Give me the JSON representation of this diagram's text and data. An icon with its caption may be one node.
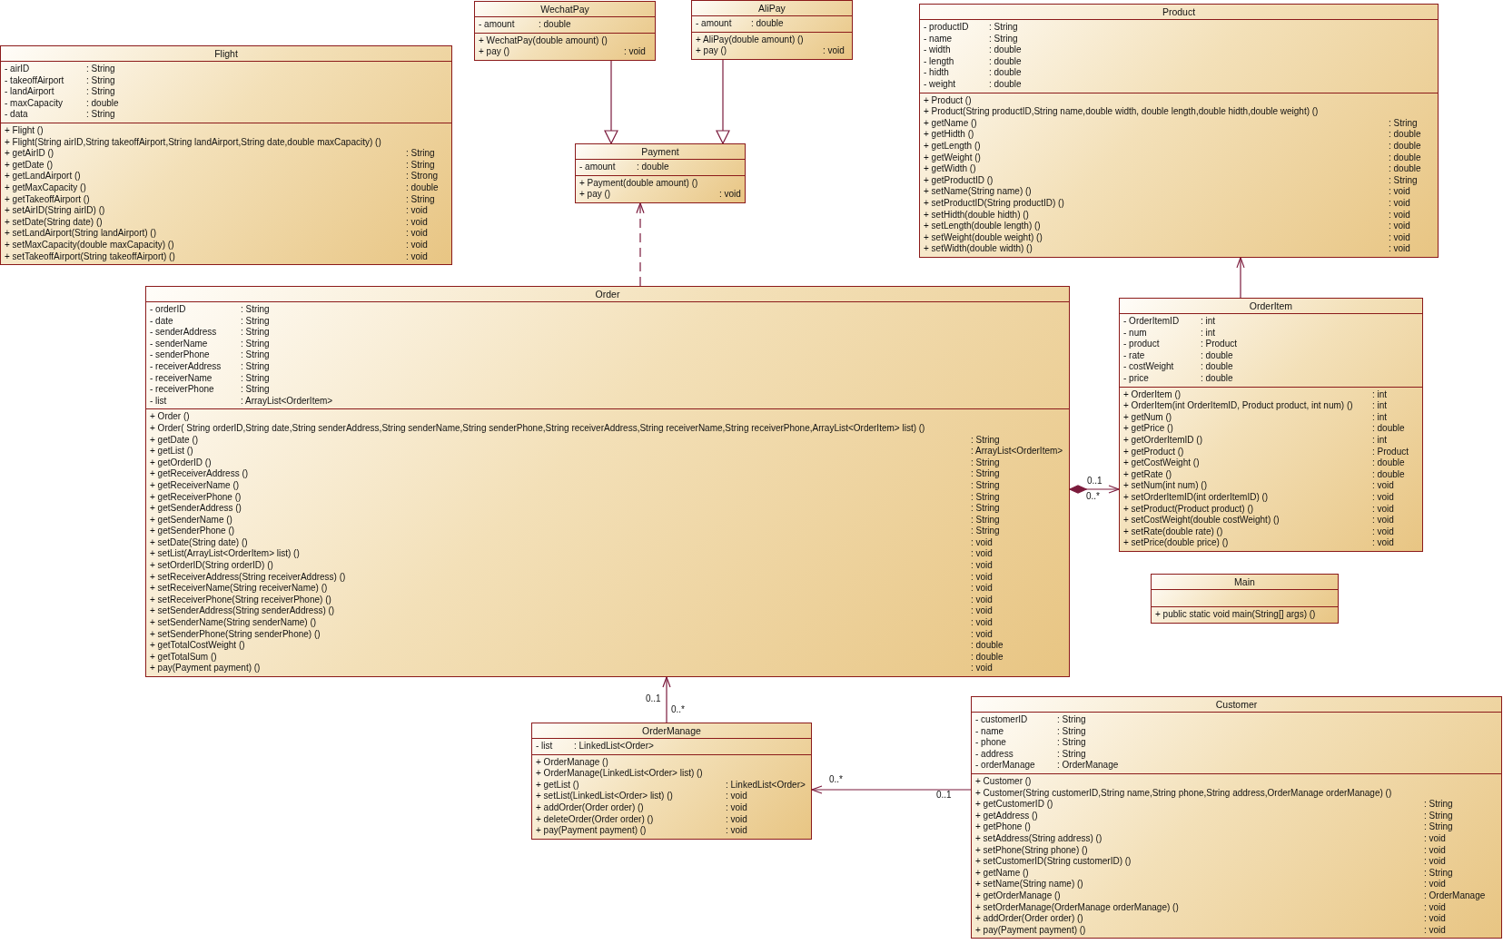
{
  "diagram": {
    "nodes": [
      {
        "text": [
          "WechatPay"
        ]
      },
      {
        "text": [
          "- amount : double"
        ],
        "in": 0
      },
      {
        "text": [
          "+ WechatPay(double amount) ()",
          "+ pay () : void"
        ],
        "in": 0
      },
      {
        "text": [
          "AliPay"
        ]
      },
      {
        "text": [
          "- amount : double"
        ],
        "in": 3
      },
      {
        "text": [
          "+ AliPay(double amount) ()",
          "+ pay () : void"
        ],
        "in": 3
      },
      {
        "text": [
          "Flight"
        ]
      },
      {
        "text": [
          "- airID : String",
          "- takeoffAirport : String",
          "- landAirport : String",
          "- maxCapacity : double",
          "- data : String"
        ],
        "in": 6
      },
      {
        "text": [
          "+ Flight ()",
          "+ Flight(String airID,String takeoffAirport,String landAirport,String date,double maxCapacity) ()",
          "+ getAirID () : String",
          "+ getDate () : String",
          "+ getLandAirport () : Strong",
          "+ getMaxCapacity () : double",
          "+ getTakeoffAirport () : String",
          "+ setAirID(String airID) () : void",
          "+ setDate(String date) () : void",
          "+ setLandAirport(String landAirport) () : void",
          "+ setMaxCapacity(double maxCapacity) () : void",
          "+ setTakeoffAirport(String takeoffAirport) () : void"
        ],
        "in": 6
      },
      {
        "text": [
          "Product"
        ]
      },
      {
        "text": [
          "- productID : String",
          "- name : String",
          "- width : double",
          "- length : double",
          "- hidth : double",
          "- weight : double"
        ],
        "in": 9
      },
      {
        "text": [
          "+ Product ()",
          "+ Product(String productID,String name,double width, double length,double hidth,double weight) ()",
          "+ getName () : String",
          "+ getHidth () : double",
          "+ getLength () : double",
          "+ getWeight () : double",
          "+ getWidth () : double",
          "+ getProductID () : String",
          "+ setName(String name) () : void",
          "+ setProductID(String productID) () : void",
          "+ setHidth(double hidth) () : void",
          "+ setLength(double length) () : void",
          "+ setWeight(double weight) () : void",
          "+ setWidth(double width) () : void"
        ],
        "in": 9
      },
      {
        "text": [
          "Payment"
        ]
      },
      {
        "text": [
          "- amount : double"
        ],
        "in": 12
      },
      {
        "text": [
          "+ Payment(double amount) ()",
          "+ pay () : void"
        ],
        "in": 12
      },
      {
        "text": [
          "Order"
        ]
      },
      {
        "text": [
          "- orderID : String",
          "- date : String",
          "- senderAddress : String",
          "- senderName : String",
          "- senderPhone : String",
          "- receiverAddress : String",
          "- receiverName : String",
          "- receiverPhone : String",
          "- list : ArrayList<OrderItem>"
        ],
        "in": 15
      },
      {
        "text": [
          "+ Order ()",
          "+ Order( String orderID,String date,String senderAddress,String senderName,String senderPhone,String receiverAddress,String receiverName,String receiverPhone,ArrayList<OrderItem> list) ()",
          "+ getDate () : String",
          "+ getList () : ArrayList<OrderItem>",
          "+ getOrderID () : String",
          "+ getReceiverAddress () : String",
          "+ getReceiverName () : String",
          "+ getReceiverPhone () : String",
          "+ getSenderAddress () : String",
          "+ getSenderName () : String",
          "+ getSenderPhone () : String",
          "+ setDate(String date) () : void",
          "+ setList(ArrayList<OrderItem> list) () : void",
          "+ setOrderID(String orderID) () : void",
          "+ setReceiverAddress(String receiverAddress) () : void",
          "+ setReceiverName(String receiverName) () : void",
          "+ setReceiverPhone(String receiverPhone) () : void",
          "+ setSenderAddress(String senderAddress) () : void",
          "+ setSenderName(String senderName) () : void",
          "+ setSenderPhone(String senderPhone) () : void",
          "+ getTotalCostWeight () : double",
          "+ getTotalSum () : double",
          "+ pay(Payment payment) () : void"
        ],
        "in": 15
      },
      {
        "text": [
          "OrderItem"
        ]
      },
      {
        "text": [
          "- OrderItemID : int",
          "- num : int",
          "- product : Product",
          "- rate : double",
          "- costWeight : double",
          "- price : double"
        ],
        "in": 18
      },
      {
        "text": [
          "+ OrderItem () : int",
          "+ OrderItem(int OrderItemID, Product product, int num) () : int",
          "+ getNum () : int",
          "+ getPrice () : double",
          "+ getOrderItemID () : int",
          "+ getProduct () : Product",
          "+ getCostWeight () : double",
          "+ getRate () : double",
          "+ setNum(int num) () : void",
          "+ setOrderItemID(int orderItemID) () : void",
          "+ setProduct(Product product) () : void",
          "+ setCostWeight(double costWeight) () : void",
          "+ setRate(double rate) () : void",
          "+ setPrice(double price) () : void"
        ],
        "in": 18
      },
      {
        "text": [
          "Main"
        ]
      },
      {
        "text": [],
        "shape": "box",
        "in": 21
      },
      {
        "text": [
          "+ public static void main(String[] args) ()"
        ],
        "in": 21
      },
      {
        "text": [
          "OrderManage"
        ]
      },
      {
        "text": [
          "- list : LinkedList<Order>"
        ],
        "in": 24
      },
      {
        "text": [
          "+ OrderManage ()",
          "+ OrderManage(LinkedList<Order> list) ()",
          "+ getList () : LinkedList<Order>",
          "+ setList(LinkedList<Order> list) () : void",
          "+ addOrder(Order order) () : void",
          "+ deleteOrder(Order order) () : void",
          "+ pay(Payment payment) () : void"
        ],
        "in": 24
      },
      {
        "text": [
          "Customer"
        ]
      },
      {
        "text": [
          "- customerID : String",
          "- name : String",
          "- phone : String",
          "- address : String",
          "- orderManage : OrderManage"
        ],
        "in": 27
      },
      {
        "text": [
          "+ Customer ()",
          "+ Customer(String customerID,String name,String phone,String address,OrderManage orderManage) ()",
          "+ getCustomerID () : String",
          "+ getAddress () : String",
          "+ getPhone () : String",
          "+ setAddress(String address) () : void",
          "+ setPhone(String phone) () : void",
          "+ setCustomerID(String customerID) () : void",
          "+ getName () : String",
          "+ setName(String name) () : void",
          "+ getOrderManage () : OrderManage",
          "+ setOrderManage(OrderManage orderManage) () : void",
          "+ addOrder(Order order) () : void",
          "+ pay(Payment payment) () : void"
        ],
        "in": 27
      }
    ],
    "edges": [
      {
        "from": 0,
        "to": 12,
        "arrow": "to"
      },
      {
        "from": 3,
        "to": 12,
        "arrow": "to"
      },
      {
        "from": 15,
        "to": 12,
        "arrow": "to",
        "style": "dashed"
      },
      {
        "from": 18,
        "to": 9,
        "arrow": "to"
      },
      {
        "from": 15,
        "to": 18,
        "arrow": "to"
      },
      {
        "from": 24,
        "to": 15,
        "arrow": "to"
      },
      {
        "from": 27,
        "to": 24,
        "arrow": "to"
      }
    ],
    "labels": [
      "0..1",
      "0..*",
      "0..1",
      "0..*",
      "0..*",
      "0..1"
    ]
  }
}
